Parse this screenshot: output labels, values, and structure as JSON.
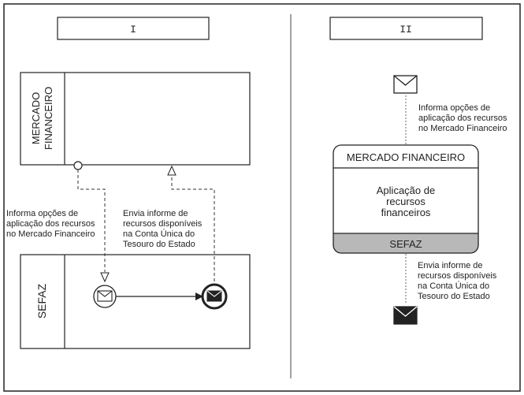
{
  "panel_i": {
    "label": "I",
    "pool_top_label_line1": "MERCADO",
    "pool_top_label_line2": "FINANCEIRO",
    "pool_bottom_label": "SEFAZ",
    "flow_left_text": [
      "Informa opções de",
      "aplicação dos recursos",
      "no Mercado Financeiro"
    ],
    "flow_right_text": [
      "Envia informe de",
      "recursos disponíveis",
      "na Conta Única do",
      "Tesouro do Estado"
    ],
    "icons": {
      "start_event": "envelope-icon",
      "end_event": "filled-envelope-icon"
    }
  },
  "panel_ii": {
    "label": "II",
    "flow_top_text": [
      "Informa opções de",
      "aplicação dos recursos",
      "no Mercado Financeiro"
    ],
    "task_header": "MERCADO FINANCEIRO",
    "task_body": [
      "Aplicação de",
      "recursos",
      "financeiros"
    ],
    "task_footer": "SEFAZ",
    "flow_bottom_text": [
      "Envia informe de",
      "recursos disponíveis",
      "na Conta Única do",
      "Tesouro do Estado"
    ],
    "icons": {
      "incoming_message": "envelope-icon",
      "outgoing_message": "filled-envelope-icon"
    }
  },
  "colors": {
    "line": "#222222",
    "task_footer_fill": "#b8b8b8",
    "page_bg": "#ffffff"
  }
}
